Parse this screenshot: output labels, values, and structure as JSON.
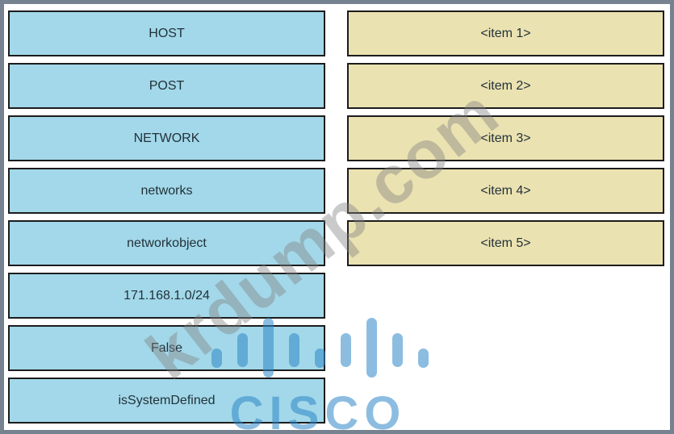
{
  "page": {
    "type": "drag-and-drop-question",
    "frame_color": "#76828F",
    "background_color": "#ffffff"
  },
  "colors": {
    "left_box_fill": "#a2d8e9",
    "right_box_fill": "#ebe2b1",
    "box_border": "#1c1c1c",
    "box_text": "#22313a",
    "logo_blue": "#2e86c8",
    "watermark_gray": "#808080"
  },
  "left_column": {
    "items": [
      {
        "label": "HOST"
      },
      {
        "label": "POST"
      },
      {
        "label": "NETWORK"
      },
      {
        "label": "networks"
      },
      {
        "label": "networkobject"
      },
      {
        "label": "171.168.1.0/24"
      },
      {
        "label": "False"
      },
      {
        "label": "isSystemDefined"
      }
    ]
  },
  "right_column": {
    "items": [
      {
        "label": "<item 1>"
      },
      {
        "label": "<item 2>"
      },
      {
        "label": "<item 3>"
      },
      {
        "label": "<item 4>"
      },
      {
        "label": "<item 5>"
      }
    ]
  },
  "watermark": {
    "text": "krdump.com"
  },
  "logo": {
    "text": "CISCO",
    "icon": "cisco-bridge-bars-icon"
  }
}
